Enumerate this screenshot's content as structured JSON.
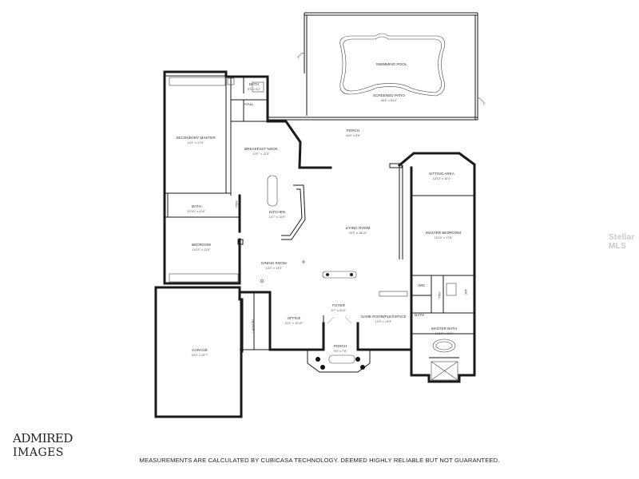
{
  "rooms": {
    "pool": "SWIMMING POOL",
    "screened_patio": {
      "name": "SCREENED PATIO",
      "dim": "38'4\" x 54'2\""
    },
    "porch_rear": {
      "name": "PORCH",
      "dim": "44'9\" x 8'6\""
    },
    "secondary_master": {
      "name": "SECONDARY MASTER",
      "dim": "14'1\" x 17'6\""
    },
    "bath_top": {
      "name": "BATH",
      "dim": "9'3\" x 5'2\""
    },
    "hall_top": "HALL",
    "breakfast_nook": {
      "name": "BREAKFAST NOOK",
      "dim": "13'7\" x 13'3\""
    },
    "bath_left": {
      "name": "BATH",
      "dim": "10'10\" x 4'10\""
    },
    "hall_left": "HALL",
    "kitchen": {
      "name": "KITCHEN",
      "dim": "14'7\" x 10'9\""
    },
    "living_room": {
      "name": "LIVING ROOM",
      "dim": "34'3\" x 18'10\""
    },
    "sitting_area": {
      "name": "SITTING AREA",
      "dim": "13'10\" x 10'4\""
    },
    "master_bedroom": {
      "name": "MASTER BEDROOM",
      "dim": "13'10\" x 17'6\""
    },
    "bedroom": {
      "name": "BEDROOM",
      "dim": "14'10\" x 11'5\""
    },
    "dining_room": {
      "name": "DINING ROOM",
      "dim": "13'3\" x 13'0\""
    },
    "wic_left": "WIC",
    "wic_right": "WIC",
    "hall_right": "HALL",
    "bath_right": "BATH",
    "laundry": "LAUNDRY",
    "office": {
      "name": "OFFICE",
      "dim": "10'1\" x 10'10\""
    },
    "foyer": {
      "name": "FOYER",
      "dim": "9'7\" x 6'10\""
    },
    "game_room": {
      "name": "GAME ROOM/FLEXSPACE",
      "dim": "13'3\" x 13'3\""
    },
    "master_bath": {
      "name": "MASTER BATH",
      "dim": "13'10\" x 11'1\""
    },
    "porch_front": {
      "name": "PORCH",
      "dim": "9'3\" x 7'8\""
    },
    "garage": {
      "name": "GARAGE",
      "dim": "20'0\" x 29'7\""
    }
  },
  "footer": "MEASUREMENTS ARE CALCULATED BY CUBICASA TECHNOLOGY. DEEMED HIGHLY RELIABLE BUT NOT GUARANTEED.",
  "brand": {
    "line1": "ADMIRED",
    "line2": "IMAGES"
  },
  "watermark": "Stellar MLS"
}
